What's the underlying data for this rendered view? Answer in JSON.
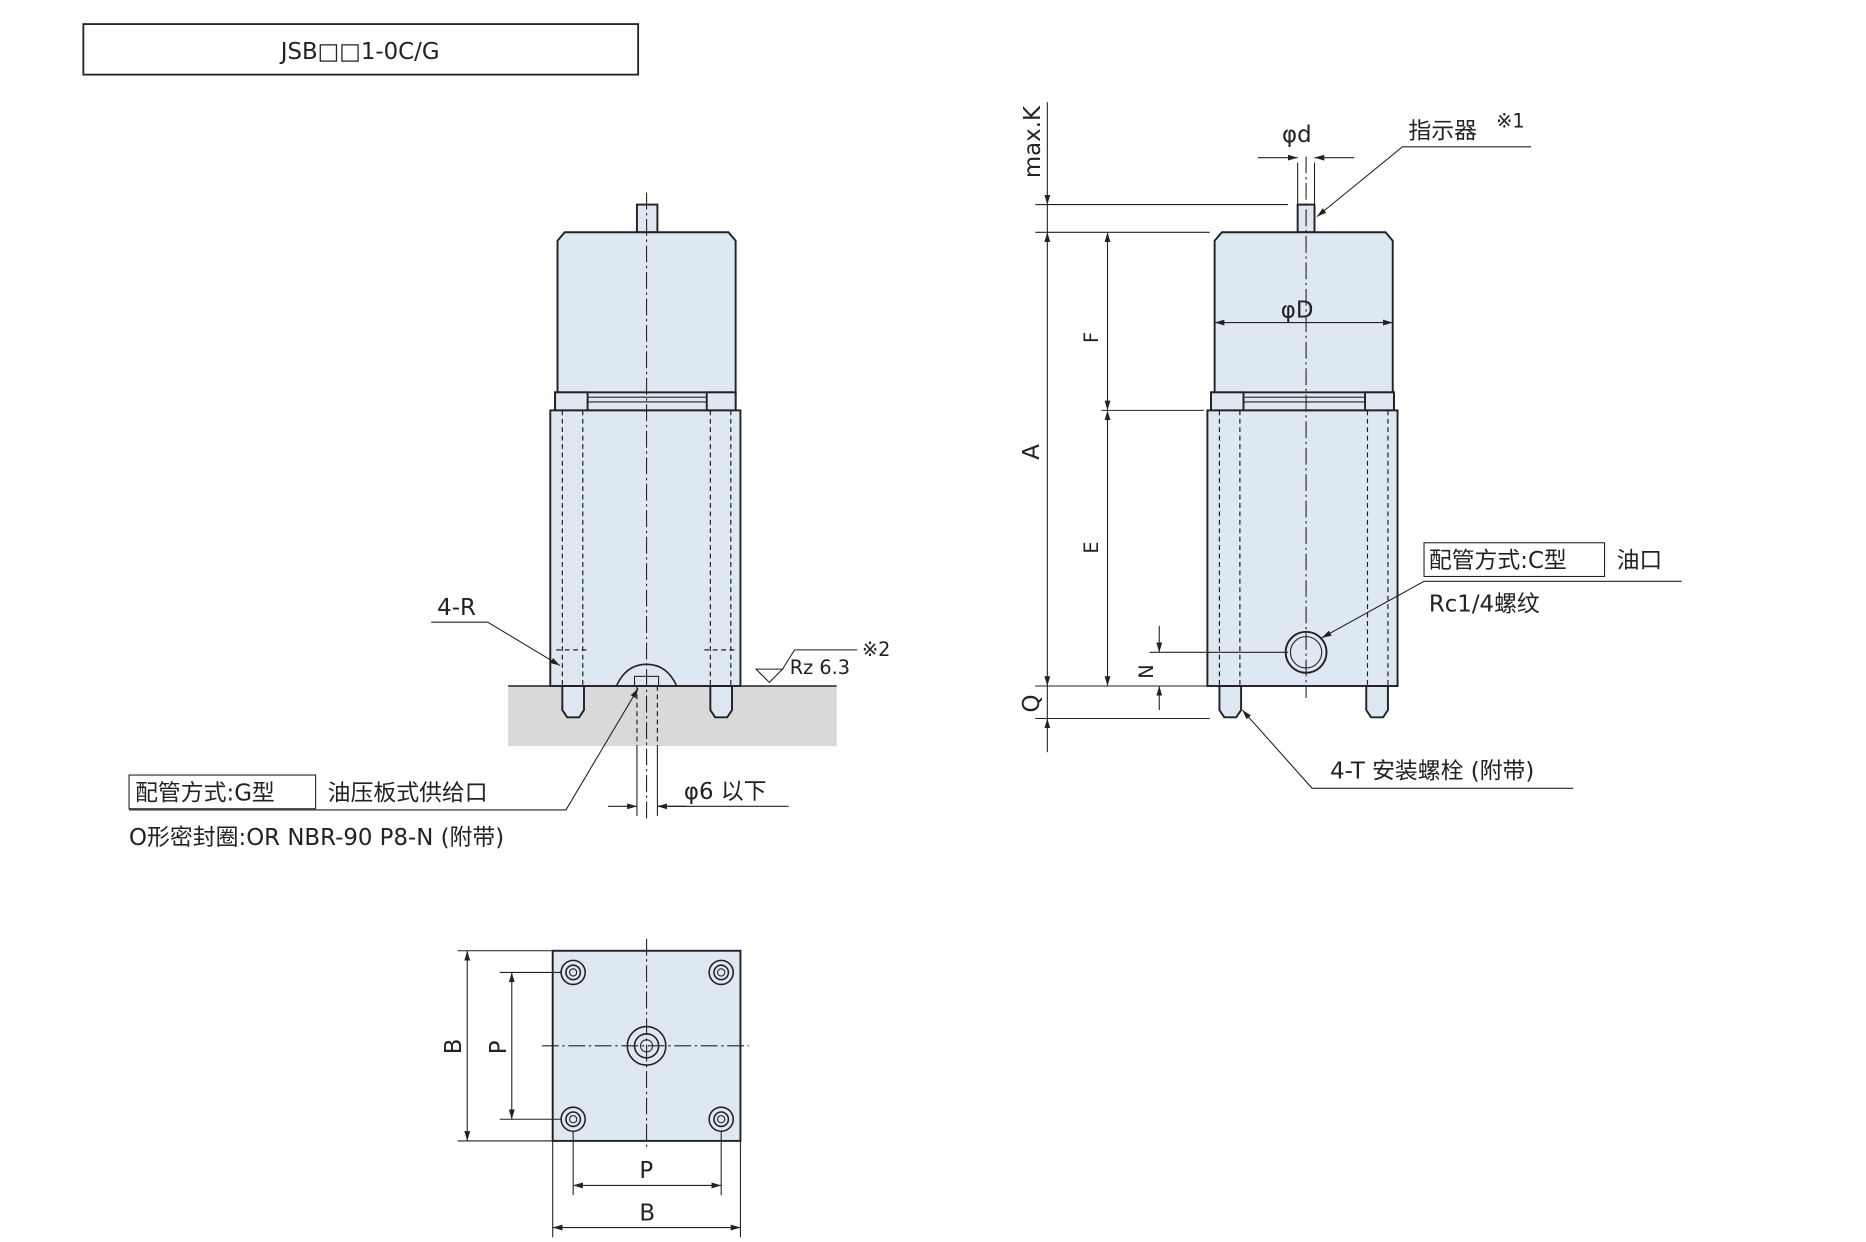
{
  "title": "JSB□□1-0C/G",
  "left_view": {
    "label_4r": "4-R",
    "rz": "Rz 6.3",
    "note2": "※2",
    "g_type_box": "配管方式:G型",
    "g_type_desc": "油压板式供给口",
    "oring": "O形密封圈:OR NBR-90 P8-N (附带)",
    "phi6": "φ6 以下"
  },
  "right_view": {
    "max_k": "max.K",
    "phi_d": "φd",
    "indicator": "指示器",
    "note1": "※1",
    "phi_D": "φD",
    "dim_a": "A",
    "dim_f": "F",
    "dim_e": "E",
    "dim_n": "N",
    "dim_q": "Q",
    "c_type_box": "配管方式:C型",
    "c_type_desc": "油口",
    "thread": "Rc1/4螺纹",
    "bolts": "4-T 安装螺栓 (附带)"
  },
  "bottom_view": {
    "dim_b_v": "B",
    "dim_p_v": "P",
    "dim_p_h": "P",
    "dim_b_h": "B"
  }
}
